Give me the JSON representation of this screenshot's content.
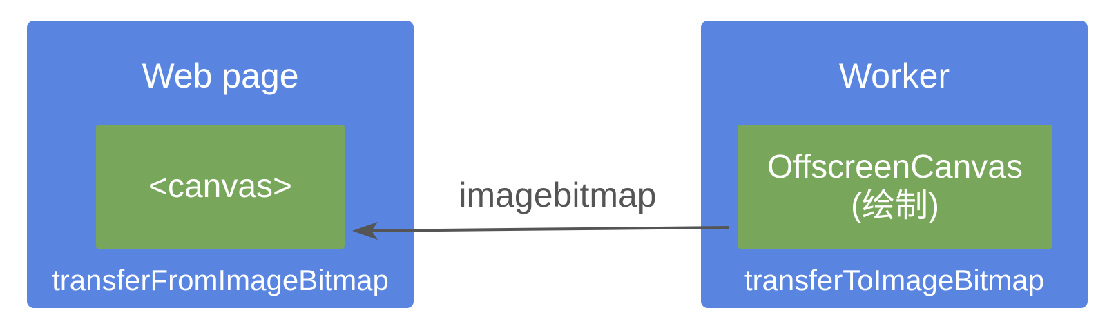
{
  "colors": {
    "outer_box": "#5985e1",
    "inner_box": "#78a65a",
    "arrow": "#555555",
    "arrow_label": "#555555",
    "box_text": "#ffffff"
  },
  "left_panel": {
    "title": "Web page",
    "inner_label": "<canvas>",
    "footer": "transferFromImageBitmap"
  },
  "right_panel": {
    "title": "Worker",
    "inner_label_line1": "OffscreenCanvas",
    "inner_label_line2": "(绘制)",
    "footer": "transferToImageBitmap"
  },
  "arrow": {
    "label": "imagebitmap",
    "direction": "right-to-left"
  }
}
